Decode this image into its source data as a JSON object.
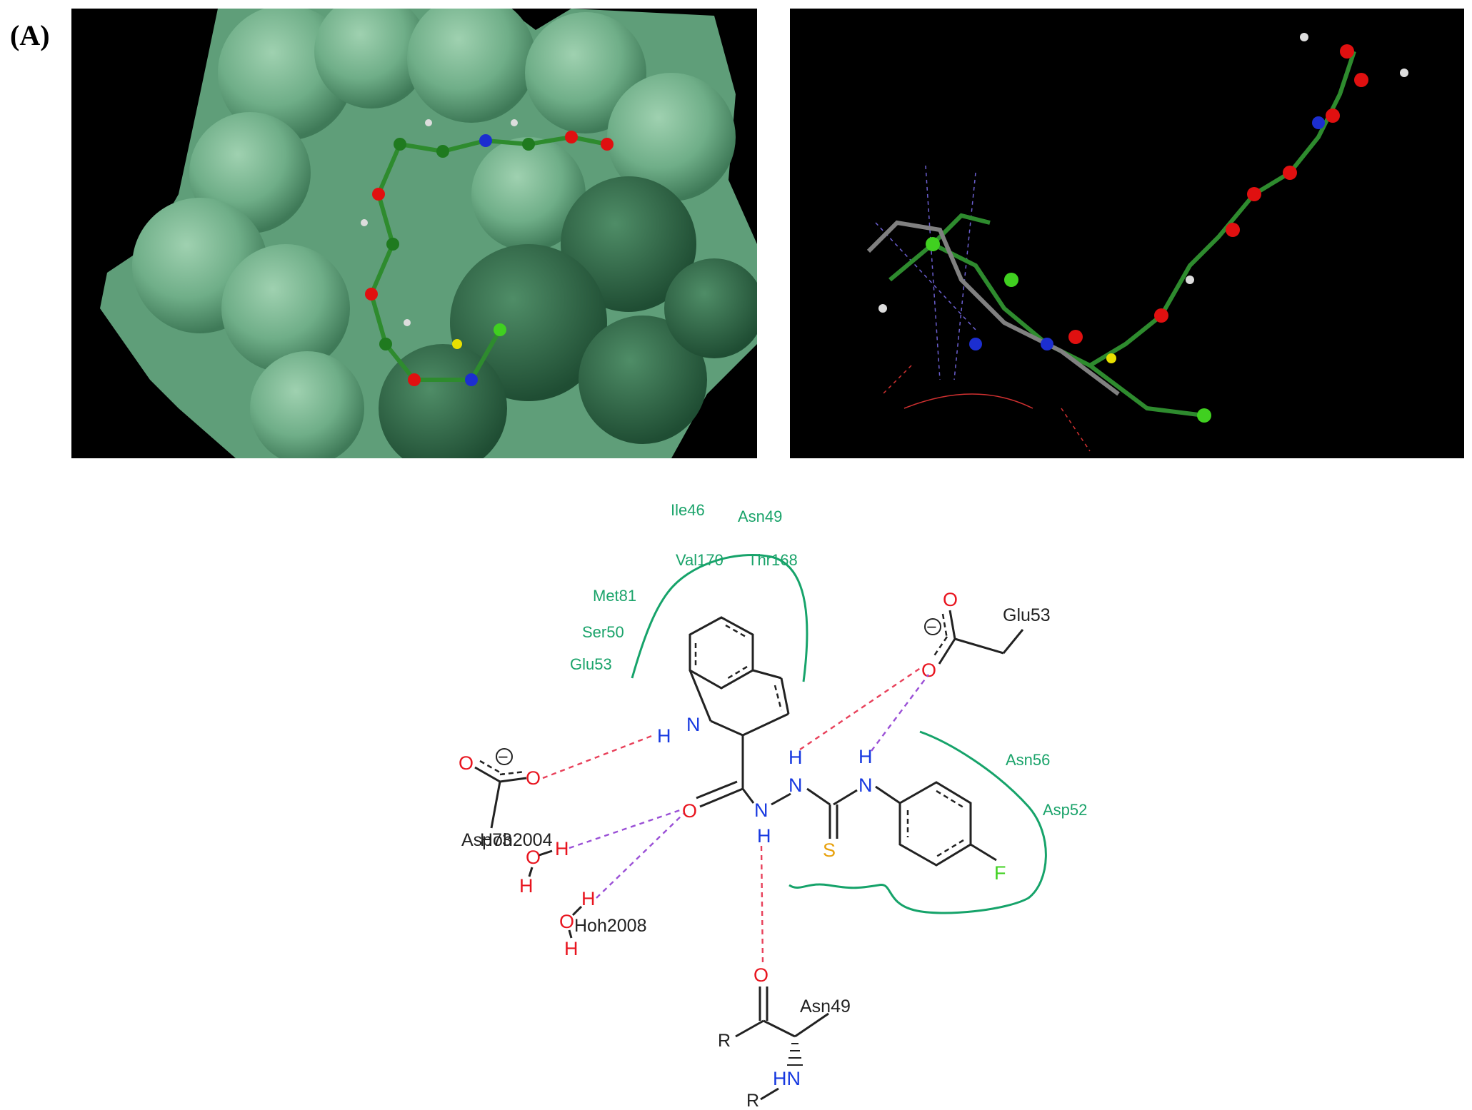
{
  "panel_label": "(A)",
  "residues_hydrophobic": {
    "ile46": "Ile46",
    "asn49": "Asn49",
    "val170": "Val170",
    "thr168": "Thr168",
    "met81": "Met81",
    "ser50": "Ser50",
    "glu53": "Glu53",
    "asn56": "Asn56",
    "asp52": "Asp52"
  },
  "residues_hbond": {
    "glu53": "Glu53",
    "asp73": "Asp73",
    "hoh2004": "Hoh2004",
    "hoh2008": "Hoh2008",
    "asn49": "Asn49"
  },
  "atoms": {
    "O": "O",
    "N": "N",
    "H": "H",
    "S": "S",
    "F": "F",
    "R": "R",
    "HN": "HN",
    "minus": "−"
  },
  "colors": {
    "pocket": "#16a36a",
    "hbond_red": "#e8405a",
    "hbond_purple": "#9a4fd6",
    "oxygen": "#e8141e",
    "nitrogen": "#1638e0",
    "sulfur": "#e8a10c",
    "fluorine": "#40d020",
    "surface": "#6fae88"
  }
}
